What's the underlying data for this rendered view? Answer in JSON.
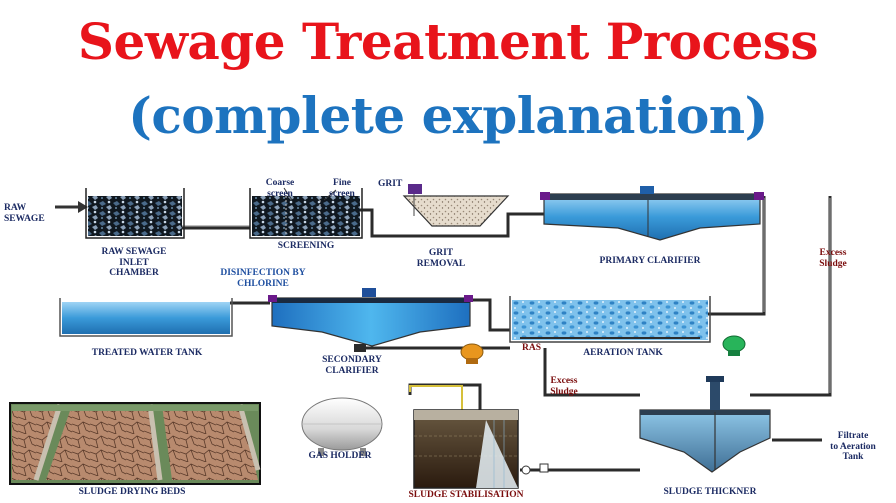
{
  "title": {
    "line1": "Sewage Treatment Process",
    "line2": "(complete explanation)"
  },
  "labels": {
    "raw_sewage_input": "RAW\nSEWAGE",
    "inlet_chamber": "RAW SEWAGE\nINLET\nCHAMBER",
    "coarse_screen": "Coarse\nscreen",
    "fine_screen": "Fine\nscreen",
    "screening": "SCREENING",
    "grit": "GRIT",
    "grit_removal": "GRIT\nREMOVAL",
    "primary_clarifier": "PRIMARY CLARIFIER",
    "excess_sludge_right": "Excess\nSludge",
    "disinfection": "DISINFECTION BY\nCHLORINE",
    "treated_water_tank": "TREATED WATER TANK",
    "secondary_clarifier": "SECONDARY\nCLARIFIER",
    "ras": "RAS",
    "aeration_tank": "AERATION TANK",
    "excess_sludge_mid": "Excess\nSludge",
    "gas_holder": "GAS HOLDER",
    "sludge_drying_beds": "SLUDGE DRYING BEDS",
    "sludge_stabilisation": "SLUDGE STABILISATION",
    "sludge_thickener": "SLUDGE THICKNER",
    "filtrate": "Filtrate\nto Aeration\nTank"
  },
  "colors": {
    "title_red": "#e8141b",
    "title_blue": "#1d73bf",
    "pipe": "#2b2b2b",
    "water": "#3a9ad9",
    "sludge": "#5a3a1c",
    "pump": "#e8961e",
    "blower": "#28b45a",
    "valve": "#5a2a8a"
  }
}
